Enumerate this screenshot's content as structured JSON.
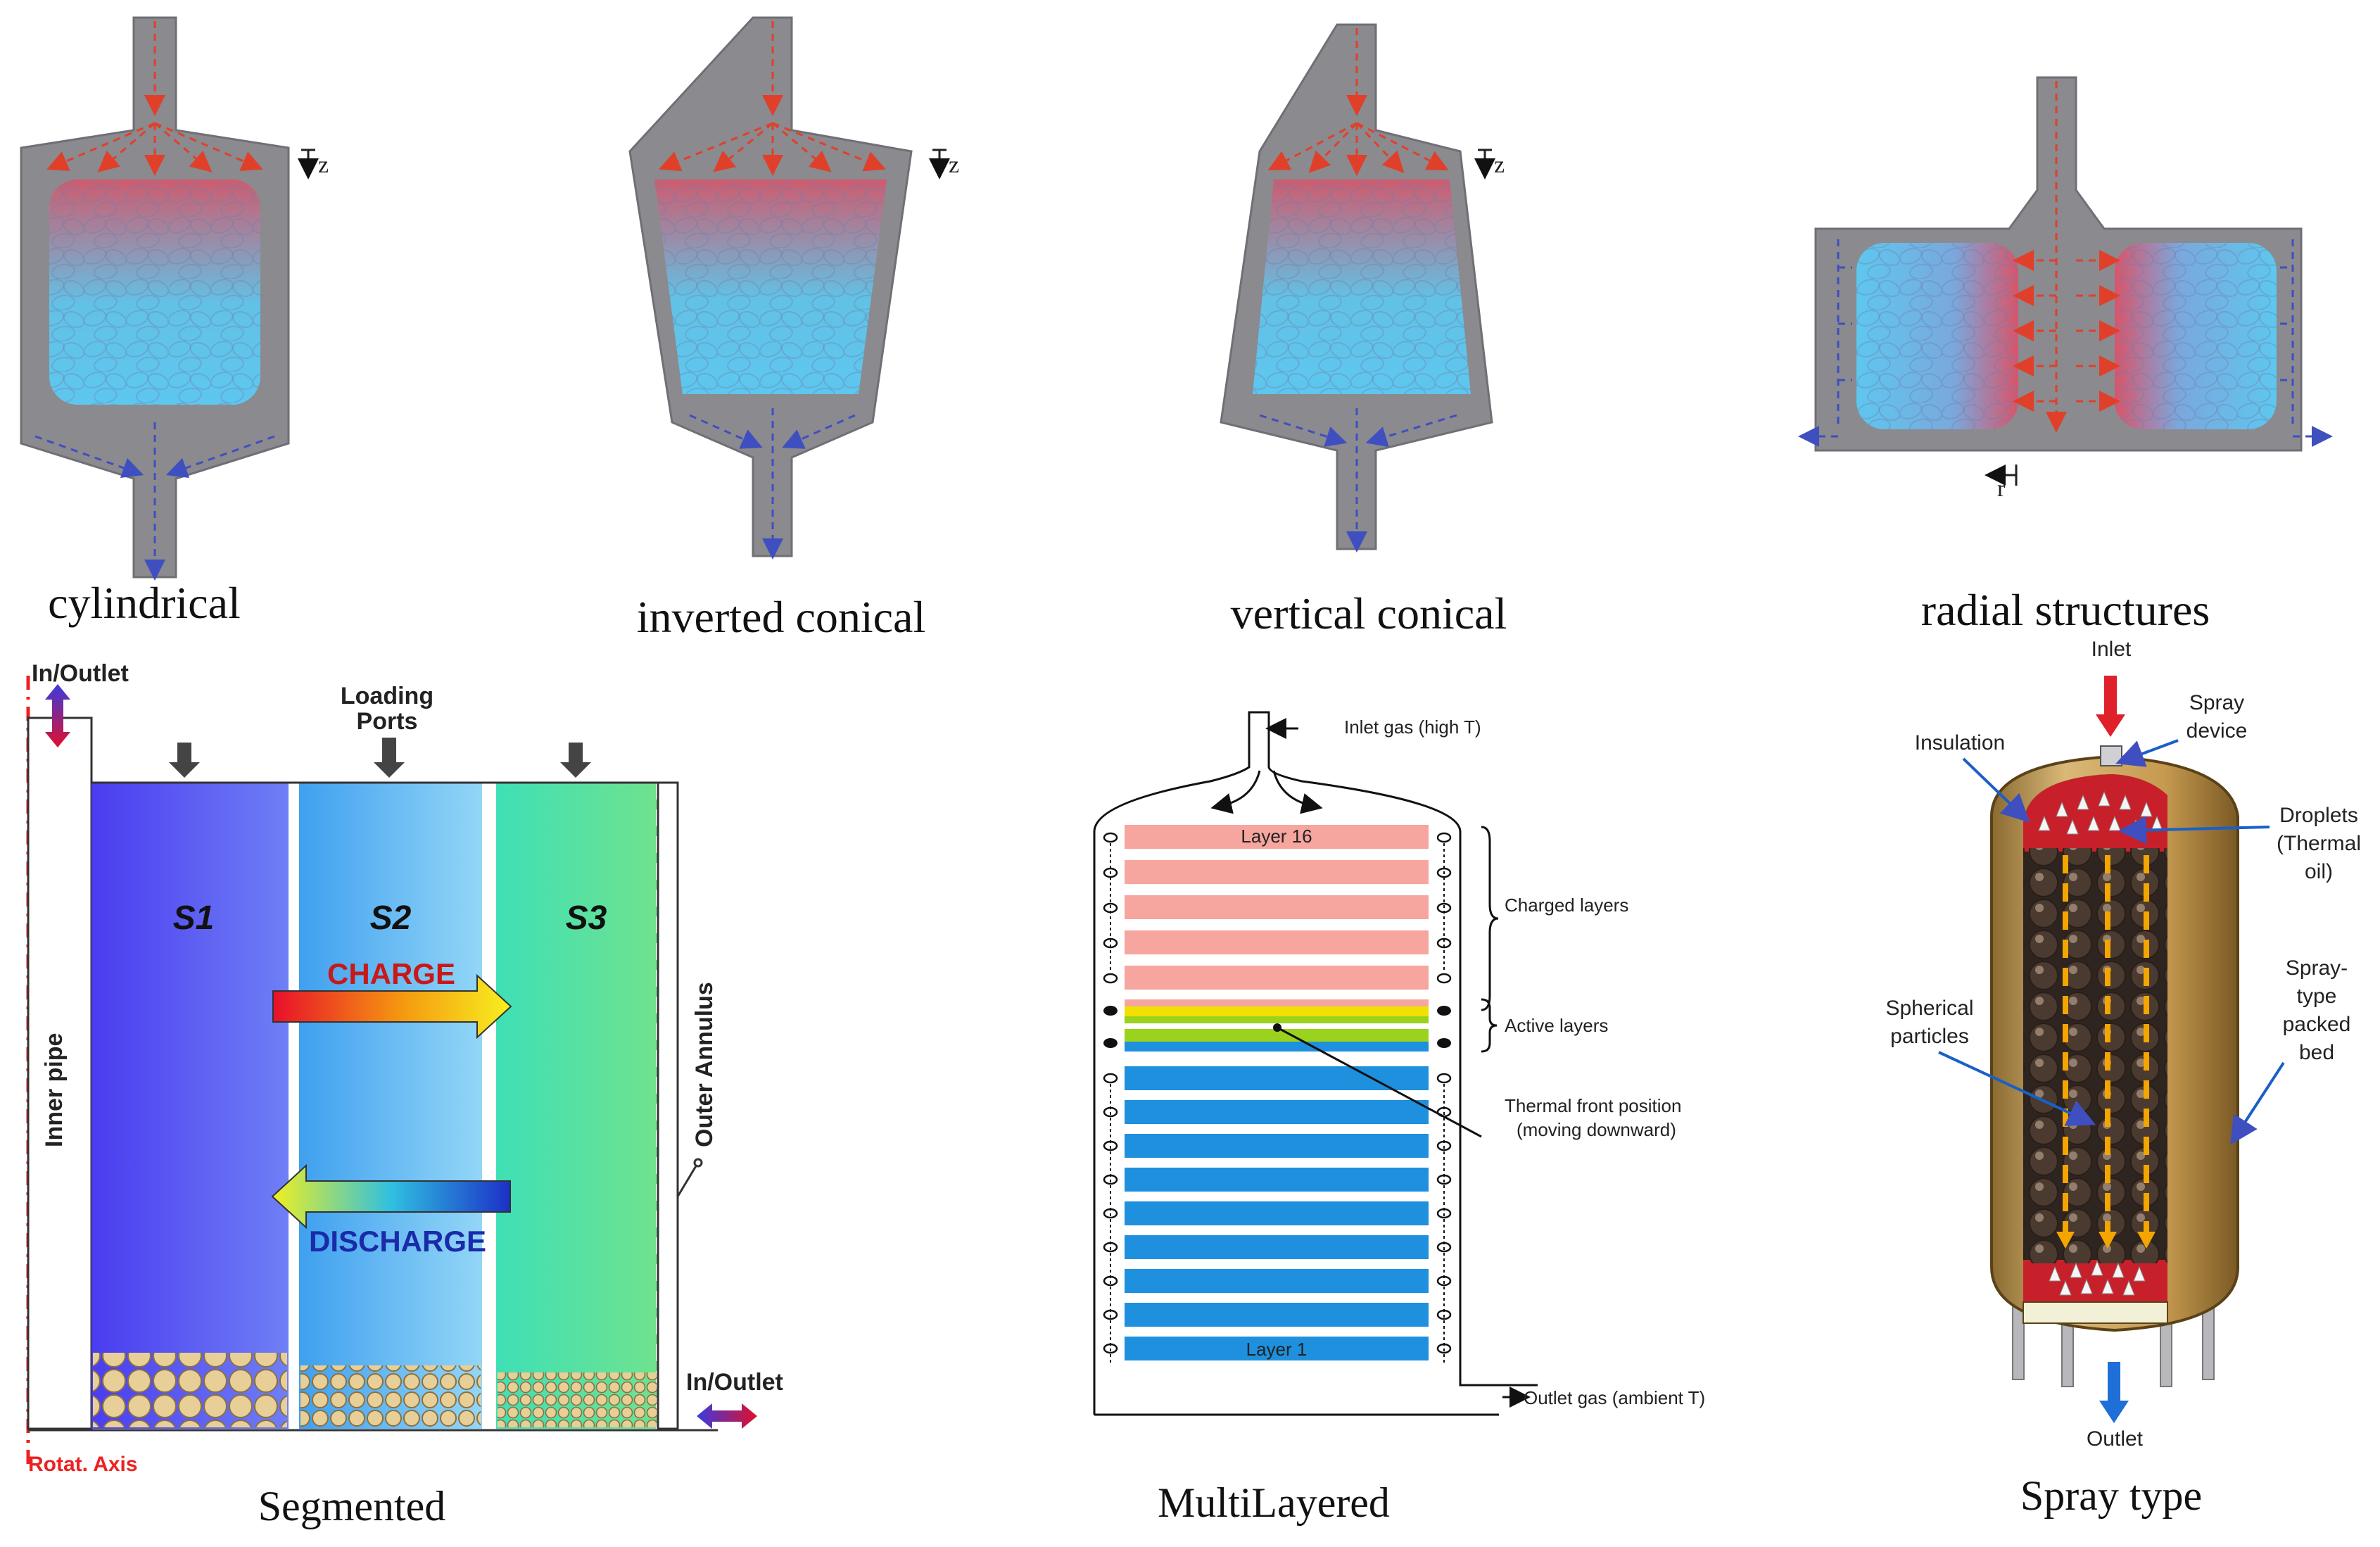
{
  "captions": {
    "cylindrical": "cylindrical",
    "inverted_conical": "inverted conical",
    "vertical_conical": "vertical conical",
    "radial": "radial structures",
    "segmented": "Segmented",
    "multilayered": "MultiLayered",
    "spray": "Spray type"
  },
  "axis_z": "z",
  "axis_r": "r",
  "segmented": {
    "in_outlet_top": "In/Outlet",
    "in_outlet_bottom": "In/Outlet",
    "loading_ports": "Loading\nPorts",
    "s1": "S1",
    "s2": "S2",
    "s3": "S3",
    "charge": "CHARGE",
    "discharge": "DISCHARGE",
    "inner_pipe": "Inner pipe",
    "outer_annulus": "Outer Annulus",
    "rotat_axis": "Rotat. Axis"
  },
  "multilayered": {
    "inlet_gas": "Inlet gas (high T)",
    "outlet_gas": "Outlet gas (ambient T)",
    "layer_top": "Layer 16",
    "layer_bottom": "Layer 1",
    "charged_layers": "Charged layers",
    "active_layers": "Active layers",
    "thermal_front_1": "Thermal front position",
    "thermal_front_2": "(moving downward)"
  },
  "spray": {
    "inlet": "Inlet",
    "outlet": "Outlet",
    "insulation": "Insulation",
    "spray_device_1": "Spray",
    "spray_device_2": "device",
    "droplets_1": "Droplets",
    "droplets_2": "(Thermal",
    "droplets_3": "oil)",
    "spherical_1": "Spherical",
    "spherical_2": "particles",
    "spraybed_1": "Spray-",
    "spraybed_2": "type",
    "spraybed_3": "packed",
    "spraybed_4": "bed"
  },
  "colors": {
    "vessel_gray": "#8a8a8f",
    "hot": "#d9546a",
    "cold": "#5ec7ef",
    "flow_red": "#e0402a",
    "flow_blue": "#3f4fbf",
    "layer_pink": "#f7a59f",
    "layer_blue": "#1e90dd",
    "layer_green": "#9ad21e",
    "layer_yellow": "#f2e100",
    "tank_gold": "#c8a05a"
  }
}
